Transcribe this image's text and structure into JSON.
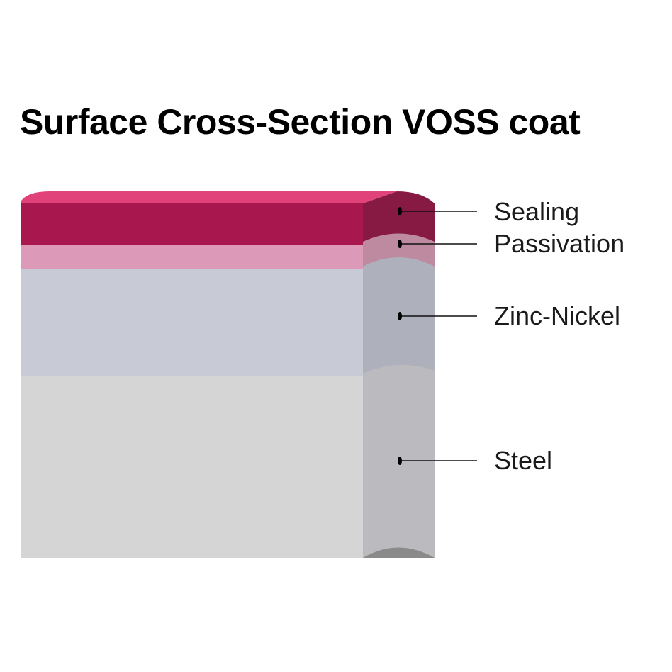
{
  "title": "Surface Cross-Section VOSS coat",
  "layers": [
    {
      "label": "Sealing",
      "front_color": "#a8174e",
      "side_color": "#861a42"
    },
    {
      "label": "Passivation",
      "front_color": "#dc9ab8",
      "side_color": "#bd8aa0"
    },
    {
      "label": "Zinc-Nickel",
      "front_color": "#c8cad6",
      "side_color": "#aeb0bc"
    },
    {
      "label": "Steel",
      "front_color": "#d5d5d5",
      "side_color": "#bbbbbf"
    }
  ],
  "top_color": "#e1427a"
}
